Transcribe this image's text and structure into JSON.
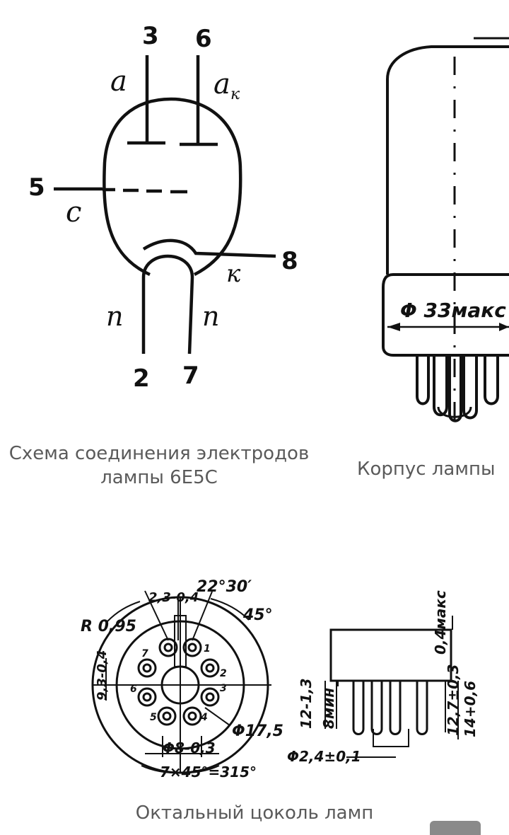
{
  "schematic": {
    "pins": {
      "p3": "3",
      "p6": "6",
      "p5": "5",
      "p8": "8",
      "p2": "2",
      "p7": "7"
    },
    "electrodes": {
      "anode": "a",
      "anode_k": "a",
      "anode_k_sub": "к",
      "grid": "c",
      "cathode": "к",
      "heater_left": "п",
      "heater_right": "п"
    },
    "caption_line1": "Схема соединения электродов",
    "caption_line2": "лампы 6Е5С"
  },
  "body_drawing": {
    "diameter_label": "Φ 33макс",
    "caption": "Корпус лампы"
  },
  "base_drawing": {
    "angle_top": "22°30′",
    "angle_side": "45°",
    "radius": "R 0,95",
    "key_width": "2,3-0,4",
    "side_height": "9,3-0,4",
    "outer_diameter": "Φ17,5",
    "inner_diameter": "Φ8-0,3",
    "angle_total": "7×45°=315°",
    "pin_numbers": [
      "1",
      "2",
      "3",
      "4",
      "5",
      "6",
      "7"
    ],
    "top_offset": "0,4макс",
    "pin_length": "12-1,3",
    "min_length": "8мин",
    "height1": "12,7±0,3",
    "height2": "14+0,6",
    "pin_diameter": "Φ2,4±0,1",
    "caption": "Октальный цоколь ламп"
  }
}
